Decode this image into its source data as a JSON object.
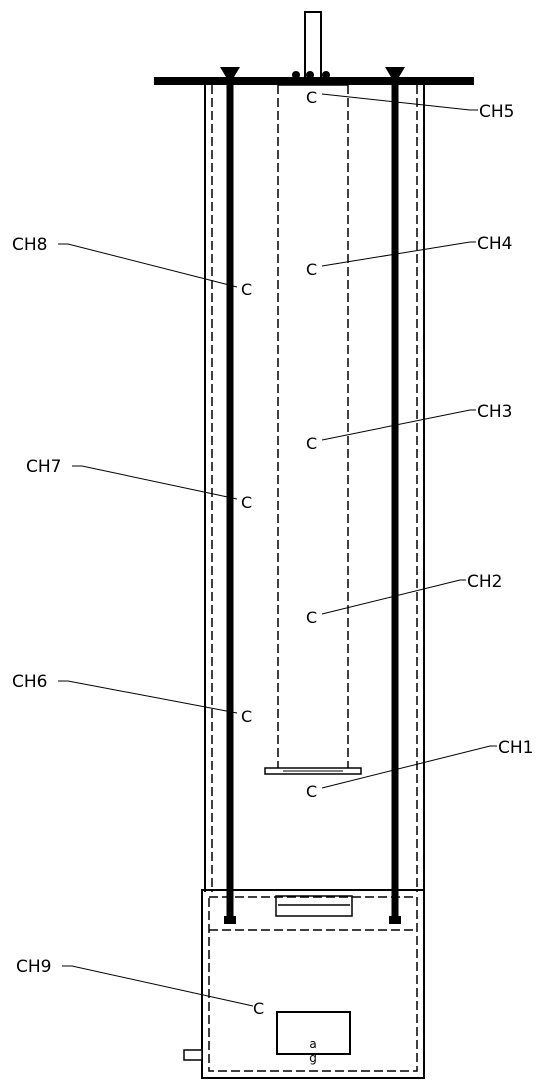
{
  "diagram": {
    "sensor_mark": "C",
    "channels": [
      {
        "id": "ch1",
        "label": "CH1"
      },
      {
        "id": "ch2",
        "label": "CH2"
      },
      {
        "id": "ch3",
        "label": "CH3"
      },
      {
        "id": "ch4",
        "label": "CH4"
      },
      {
        "id": "ch5",
        "label": "CH5"
      },
      {
        "id": "ch6",
        "label": "CH6"
      },
      {
        "id": "ch7",
        "label": "CH7"
      },
      {
        "id": "ch8",
        "label": "CH8"
      },
      {
        "id": "ch9",
        "label": "CH9"
      }
    ],
    "box_glyph": "a",
    "box_glyph_lower": "g"
  }
}
